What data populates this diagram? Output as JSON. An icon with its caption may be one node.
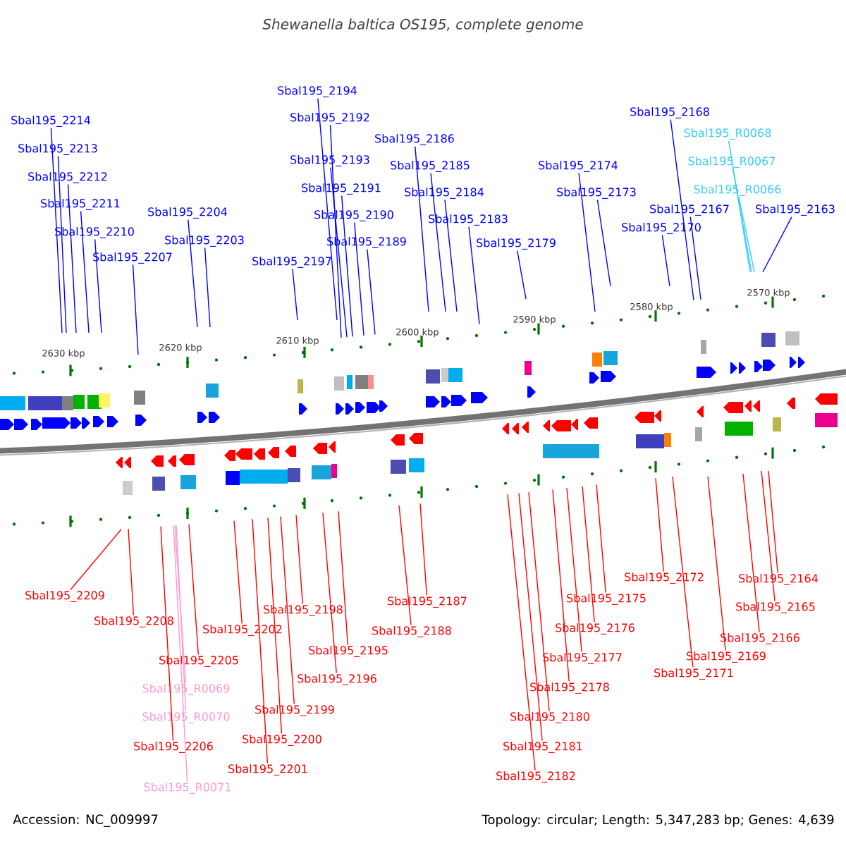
{
  "diagram": {
    "title": "Shewanella baltica OS195, complete genome",
    "nodes": [
      {
        "text": [
          "Sbal195_2214"
        ]
      },
      {
        "text": [
          "Sbal195_2213"
        ]
      },
      {
        "text": [
          "Sbal195_2212"
        ]
      },
      {
        "text": [
          "Sbal195_2211"
        ]
      },
      {
        "text": [
          "Sbal195_2210"
        ]
      },
      {
        "text": [
          "Sbal195_2207"
        ]
      },
      {
        "text": [
          "Sbal195_2204"
        ]
      },
      {
        "text": [
          "Sbal195_2203"
        ]
      },
      {
        "text": [
          "Sbal195_2197"
        ]
      },
      {
        "text": [
          "Sbal195_2194"
        ]
      },
      {
        "text": [
          "Sbal195_2192"
        ]
      },
      {
        "text": [
          "Sbal195_2193"
        ]
      },
      {
        "text": [
          "Sbal195_2191"
        ]
      },
      {
        "text": [
          "Sbal195_2190"
        ]
      },
      {
        "text": [
          "Sbal195_2189"
        ]
      },
      {
        "text": [
          "Sbal195_2186"
        ]
      },
      {
        "text": [
          "Sbal195_2185"
        ]
      },
      {
        "text": [
          "Sbal195_2184"
        ]
      },
      {
        "text": [
          "Sbal195_2183"
        ]
      },
      {
        "text": [
          "Sbal195_2179"
        ]
      },
      {
        "text": [
          "Sbal195_2174"
        ]
      },
      {
        "text": [
          "Sbal195_2173"
        ]
      },
      {
        "text": [
          "Sbal195_2168"
        ]
      },
      {
        "text": [
          "Sbal195_R0068"
        ]
      },
      {
        "text": [
          "Sbal195_R0067"
        ]
      },
      {
        "text": [
          "Sbal195_R0066"
        ]
      },
      {
        "text": [
          "Sbal195_2167"
        ]
      },
      {
        "text": [
          "Sbal195_2170"
        ]
      },
      {
        "text": [
          "Sbal195_2163"
        ]
      },
      {
        "text": [
          "Sbal195_2209"
        ]
      },
      {
        "text": [
          "Sbal195_2208"
        ]
      },
      {
        "text": [
          "Sbal195_2205"
        ]
      },
      {
        "text": [
          "Sbal195_R0069"
        ]
      },
      {
        "text": [
          "Sbal195_R0070"
        ]
      },
      {
        "text": [
          "Sbal195_2206"
        ]
      },
      {
        "text": [
          "Sbal195_R0071"
        ]
      },
      {
        "text": [
          "Sbal195_2202"
        ]
      },
      {
        "text": [
          "Sbal195_2198"
        ]
      },
      {
        "text": [
          "Sbal195_2195"
        ]
      },
      {
        "text": [
          "Sbal195_2196"
        ]
      },
      {
        "text": [
          "Sbal195_2199"
        ]
      },
      {
        "text": [
          "Sbal195_2200"
        ]
      },
      {
        "text": [
          "Sbal195_2201"
        ]
      },
      {
        "text": [
          "Sbal195_2187"
        ]
      },
      {
        "text": [
          "Sbal195_2188"
        ]
      },
      {
        "text": [
          "Sbal195_2175"
        ]
      },
      {
        "text": [
          "Sbal195_2176"
        ]
      },
      {
        "text": [
          "Sbal195_2177"
        ]
      },
      {
        "text": [
          "Sbal195_2178"
        ]
      },
      {
        "text": [
          "Sbal195_2180"
        ]
      },
      {
        "text": [
          "Sbal195_2181"
        ]
      },
      {
        "text": [
          "Sbal195_2182"
        ]
      },
      {
        "text": [
          "Sbal195_2172"
        ]
      },
      {
        "text": [
          "Sbal195_2171"
        ]
      },
      {
        "text": [
          "Sbal195_2169"
        ]
      },
      {
        "text": [
          "Sbal195_2166"
        ]
      },
      {
        "text": [
          "Sbal195_2165"
        ]
      },
      {
        "text": [
          "Sbal195_2164"
        ]
      }
    ],
    "edges": [
      {
        "from": 0,
        "to": null,
        "arrow": "none",
        "color": "#0000ff"
      },
      {
        "from": 1,
        "to": null,
        "arrow": "none",
        "color": "#0000ff"
      },
      {
        "from": 2,
        "to": null,
        "arrow": "none",
        "color": "#0000ff"
      },
      {
        "from": 3,
        "to": null,
        "arrow": "none",
        "color": "#0000ff"
      },
      {
        "from": 4,
        "to": null,
        "arrow": "none",
        "color": "#0000ff"
      },
      {
        "from": 5,
        "to": null,
        "arrow": "none",
        "color": "#0000ff"
      },
      {
        "from": 6,
        "to": null,
        "arrow": "none",
        "color": "#0000ff"
      },
      {
        "from": 7,
        "to": null,
        "arrow": "none",
        "color": "#0000ff"
      },
      {
        "from": 8,
        "to": null,
        "arrow": "none",
        "color": "#0000ff"
      },
      {
        "from": 9,
        "to": null,
        "arrow": "none",
        "color": "#0000ff"
      },
      {
        "from": 10,
        "to": null,
        "arrow": "none",
        "color": "#0000ff"
      },
      {
        "from": 11,
        "to": null,
        "arrow": "none",
        "color": "#0000ff"
      },
      {
        "from": 12,
        "to": null,
        "arrow": "none",
        "color": "#0000ff"
      },
      {
        "from": 13,
        "to": null,
        "arrow": "none",
        "color": "#0000ff"
      },
      {
        "from": 14,
        "to": null,
        "arrow": "none",
        "color": "#0000ff"
      },
      {
        "from": 15,
        "to": null,
        "arrow": "none",
        "color": "#0000ff"
      },
      {
        "from": 16,
        "to": null,
        "arrow": "none",
        "color": "#0000ff"
      },
      {
        "from": 17,
        "to": null,
        "arrow": "none",
        "color": "#0000ff"
      },
      {
        "from": 18,
        "to": null,
        "arrow": "none",
        "color": "#0000ff"
      },
      {
        "from": 19,
        "to": null,
        "arrow": "none",
        "color": "#0000ff"
      },
      {
        "from": 20,
        "to": null,
        "arrow": "none",
        "color": "#0000ff"
      },
      {
        "from": 21,
        "to": null,
        "arrow": "none",
        "color": "#0000ff"
      },
      {
        "from": 22,
        "to": null,
        "arrow": "none",
        "color": "#0000ff"
      },
      {
        "from": 23,
        "to": null,
        "arrow": "none",
        "color": "#33ccff"
      },
      {
        "from": 24,
        "to": null,
        "arrow": "none",
        "color": "#33ccff"
      },
      {
        "from": 25,
        "to": null,
        "arrow": "none",
        "color": "#33ccff"
      },
      {
        "from": 26,
        "to": null,
        "arrow": "none",
        "color": "#0000ff"
      },
      {
        "from": 27,
        "to": null,
        "arrow": "none",
        "color": "#0000ff"
      },
      {
        "from": 28,
        "to": null,
        "arrow": "none",
        "color": "#0000ff"
      },
      {
        "from": 29,
        "to": null,
        "arrow": "none",
        "color": "#ff0000"
      },
      {
        "from": 30,
        "to": null,
        "arrow": "none",
        "color": "#ff0000"
      },
      {
        "from": 31,
        "to": null,
        "arrow": "none",
        "color": "#ff0000"
      },
      {
        "from": 32,
        "to": null,
        "arrow": "none",
        "color": "#ff99cc"
      },
      {
        "from": 33,
        "to": null,
        "arrow": "none",
        "color": "#ff99cc"
      },
      {
        "from": 34,
        "to": null,
        "arrow": "none",
        "color": "#ff0000"
      },
      {
        "from": 35,
        "to": null,
        "arrow": "none",
        "color": "#ff99cc"
      },
      {
        "from": 36,
        "to": null,
        "arrow": "none",
        "color": "#ff0000"
      },
      {
        "from": 37,
        "to": null,
        "arrow": "none",
        "color": "#ff0000"
      },
      {
        "from": 38,
        "to": null,
        "arrow": "none",
        "color": "#ff0000"
      },
      {
        "from": 39,
        "to": null,
        "arrow": "none",
        "color": "#ff0000"
      },
      {
        "from": 40,
        "to": null,
        "arrow": "none",
        "color": "#ff0000"
      },
      {
        "from": 41,
        "to": null,
        "arrow": "none",
        "color": "#ff0000"
      },
      {
        "from": 42,
        "to": null,
        "arrow": "none",
        "color": "#ff0000"
      },
      {
        "from": 43,
        "to": null,
        "arrow": "none",
        "color": "#ff0000"
      },
      {
        "from": 44,
        "to": null,
        "arrow": "none",
        "color": "#ff0000"
      },
      {
        "from": 45,
        "to": null,
        "arrow": "none",
        "color": "#ff0000"
      },
      {
        "from": 46,
        "to": null,
        "arrow": "none",
        "color": "#ff0000"
      },
      {
        "from": 47,
        "to": null,
        "arrow": "none",
        "color": "#ff0000"
      },
      {
        "from": 48,
        "to": null,
        "arrow": "none",
        "color": "#ff0000"
      },
      {
        "from": 49,
        "to": null,
        "arrow": "none",
        "color": "#ff0000"
      },
      {
        "from": 50,
        "to": null,
        "arrow": "none",
        "color": "#ff0000"
      },
      {
        "from": 51,
        "to": null,
        "arrow": "none",
        "color": "#ff0000"
      },
      {
        "from": 52,
        "to": null,
        "arrow": "none",
        "color": "#ff0000"
      },
      {
        "from": 53,
        "to": null,
        "arrow": "none",
        "color": "#ff0000"
      },
      {
        "from": 54,
        "to": null,
        "arrow": "none",
        "color": "#ff0000"
      },
      {
        "from": 55,
        "to": null,
        "arrow": "none",
        "color": "#ff0000"
      },
      {
        "from": 56,
        "to": null,
        "arrow": "none",
        "color": "#ff0000"
      },
      {
        "from": 57,
        "to": null,
        "arrow": "none",
        "color": "#ff0000"
      }
    ],
    "labels": [
      "2630 kbp",
      "2620 kbp",
      "2610 kbp",
      "2600 kbp",
      "2590 kbp",
      "2580 kbp",
      "2570 kbp",
      "Accession: NC_009997",
      "Topology: circular; Length: 5,347,283 bp; Genes: 4,639"
    ]
  }
}
